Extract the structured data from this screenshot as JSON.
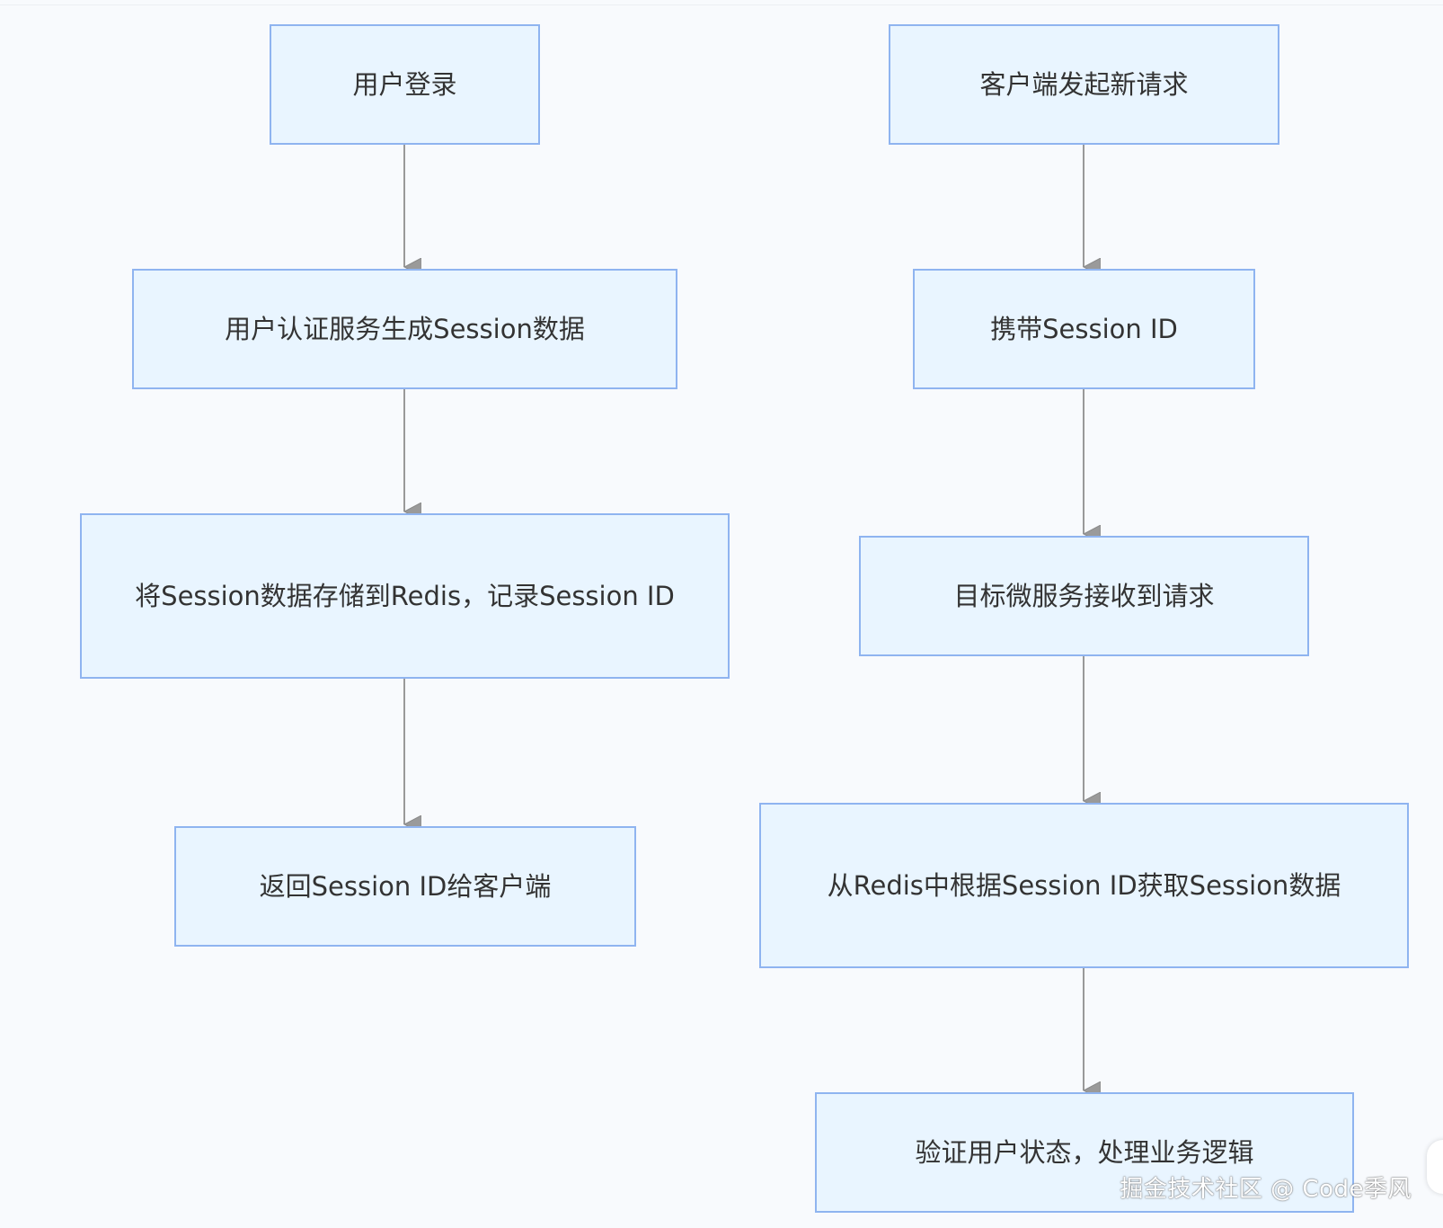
{
  "flowchart": {
    "left_flow": {
      "steps": [
        {
          "label": "用户登录"
        },
        {
          "label": "用户认证服务生成Session数据"
        },
        {
          "label": "将Session数据存储到Redis，记录Session ID"
        },
        {
          "label": "返回Session ID给客户端"
        }
      ]
    },
    "right_flow": {
      "steps": [
        {
          "label": "客户端发起新请求"
        },
        {
          "label": "携带Session ID"
        },
        {
          "label": "目标微服务接收到请求"
        },
        {
          "label": "从Redis中根据Session ID获取Session数据"
        },
        {
          "label": "验证用户状态，处理业务逻辑"
        }
      ]
    }
  },
  "colors": {
    "node_fill": "#e9f5ff",
    "node_border": "#8fb4f0",
    "edge": "#999999",
    "text": "#333333"
  },
  "watermark": {
    "text": "掘金技术社区 @ Code季风"
  }
}
